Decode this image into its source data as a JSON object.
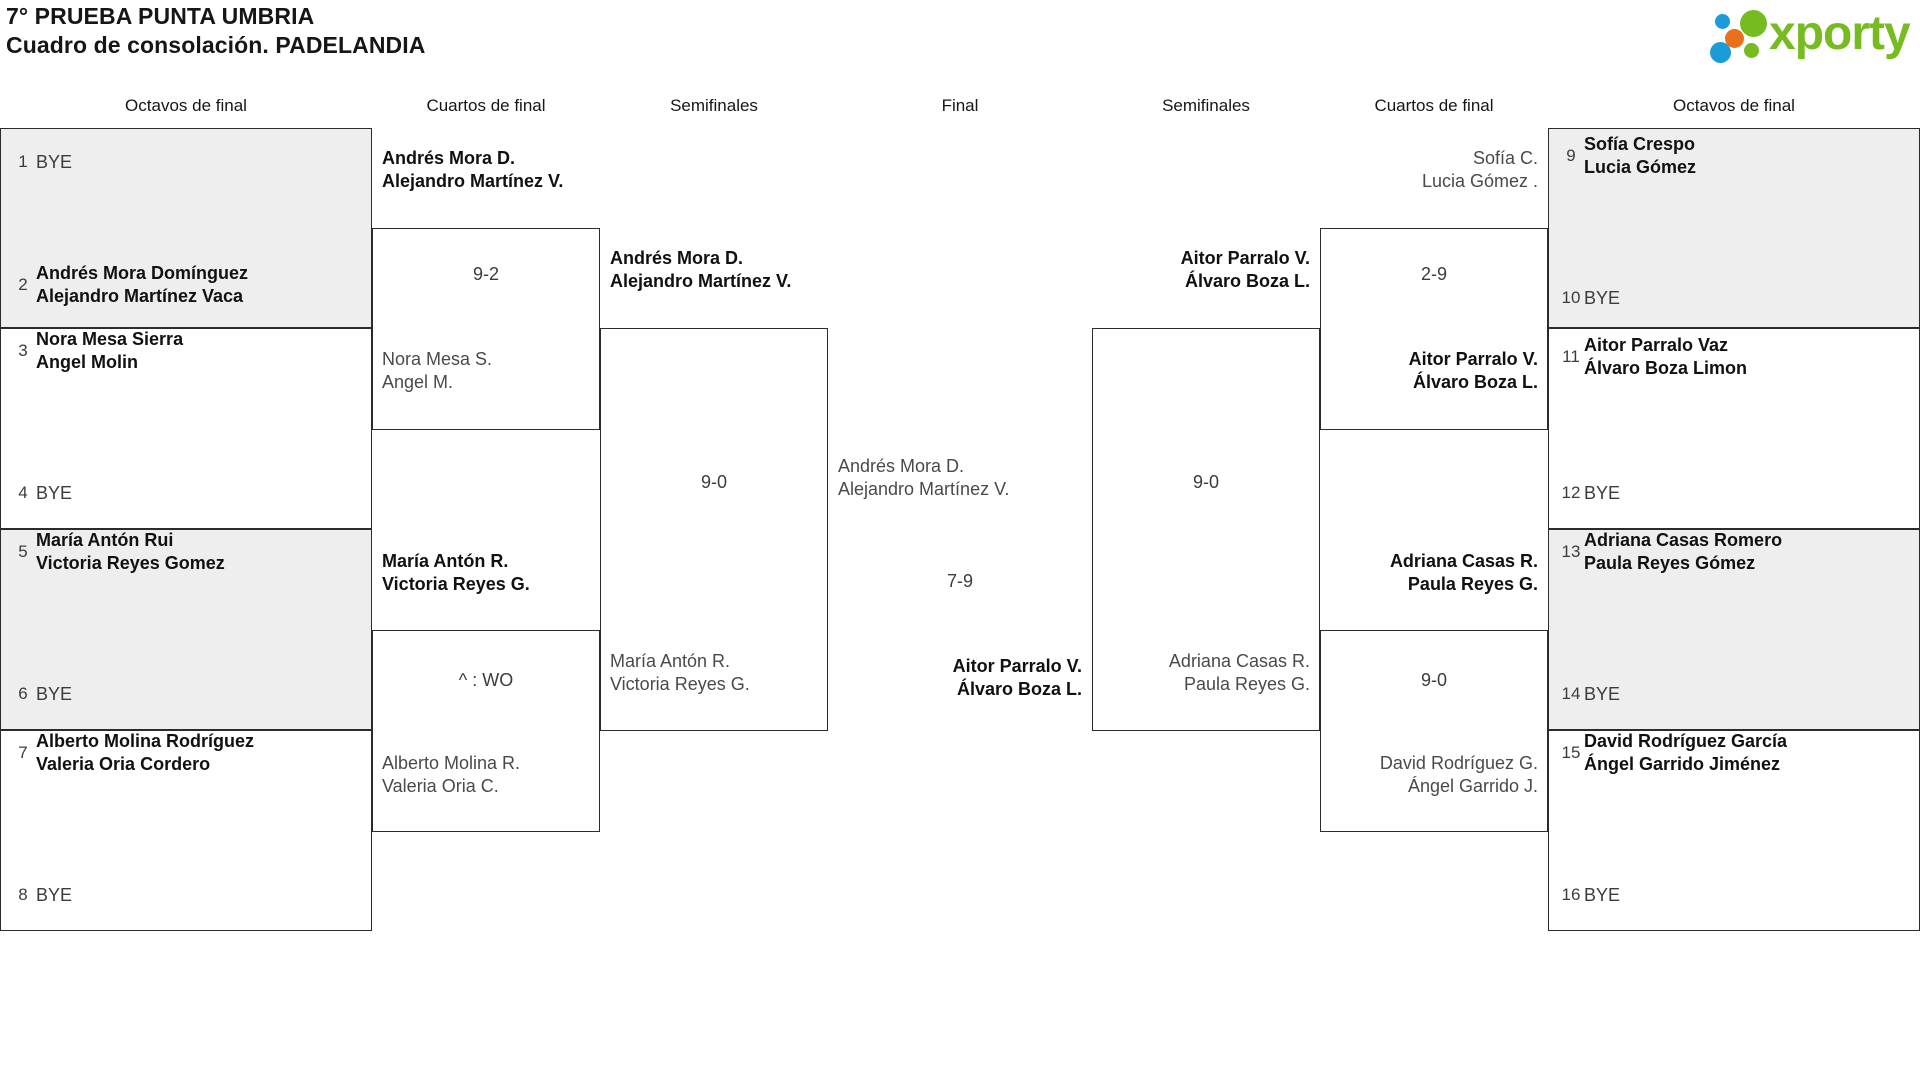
{
  "header": {
    "title_line1": "7° PRUEBA PUNTA UMBRIA",
    "title_line2": "Cuadro de consolación. PADELANDIA",
    "logo_text": "xporty",
    "logo_colors": {
      "green": "#76bc21",
      "blue": "#1b9cd9",
      "orange": "#e8711a"
    }
  },
  "round_headers": {
    "left_r16": "Octavos de final",
    "left_qf": "Cuartos de final",
    "left_sf": "Semifinales",
    "final": "Final",
    "right_sf": "Semifinales",
    "right_qf": "Cuartos de final",
    "right_r16": "Octavos de final"
  },
  "chart_data": {
    "type": "bracket",
    "title": "7° PRUEBA PUNTA UMBRIA — Cuadro de consolación. PADELANDIA",
    "rounds": [
      "Octavos de final",
      "Cuartos de final",
      "Semifinales",
      "Final"
    ],
    "champion": "Aitor Parralo V. / Álvaro Boza L.",
    "final_score": "7-9"
  },
  "left": {
    "r16": [
      {
        "seed": "1",
        "line1": "BYE",
        "line2": "",
        "status": "bye"
      },
      {
        "seed": "2",
        "line1": "Andrés Mora Domínguez",
        "line2": "Alejandro Martínez Vaca",
        "status": "winner"
      },
      {
        "seed": "3",
        "line1": "Nora Mesa Sierra",
        "line2": "Angel Molin",
        "status": "winner"
      },
      {
        "seed": "4",
        "line1": "BYE",
        "line2": "",
        "status": "bye"
      },
      {
        "seed": "5",
        "line1": "María Antón Rui",
        "line2": "Victoria Reyes Gomez",
        "status": "winner"
      },
      {
        "seed": "6",
        "line1": "BYE",
        "line2": "",
        "status": "bye"
      },
      {
        "seed": "7",
        "line1": "Alberto Molina Rodríguez",
        "line2": "Valeria Oria Cordero",
        "status": "winner"
      },
      {
        "seed": "8",
        "line1": "BYE",
        "line2": "",
        "status": "bye"
      }
    ],
    "qf": [
      {
        "line1": "Andrés Mora D.",
        "line2": "Alejandro Martínez V.",
        "status": "winner"
      },
      {
        "line1": "Nora Mesa S.",
        "line2": "Angel M.",
        "status": "loser"
      },
      {
        "line1": "María Antón R.",
        "line2": "Victoria Reyes G.",
        "status": "winner"
      },
      {
        "line1": "Alberto Molina R.",
        "line2": "Valeria Oria C.",
        "status": "loser"
      }
    ],
    "qf_scores": [
      "9-2",
      "^ : WO"
    ],
    "sf": [
      {
        "line1": "Andrés Mora D.",
        "line2": "Alejandro Martínez V.",
        "status": "winner"
      },
      {
        "line1": "María Antón R.",
        "line2": "Victoria Reyes G.",
        "status": "loser"
      }
    ],
    "sf_scores": [
      "9-0"
    ]
  },
  "final": {
    "entries": [
      {
        "line1": "Andrés Mora D.",
        "line2": "Alejandro Martínez V.",
        "status": "loser"
      },
      {
        "line1": "Aitor Parralo V.",
        "line2": "Álvaro Boza L.",
        "status": "winner"
      }
    ],
    "score": "7-9"
  },
  "right": {
    "r16": [
      {
        "seed": "9",
        "line1": "Sofía Crespo",
        "line2": "Lucia Gómez",
        "status": "winner"
      },
      {
        "seed": "10",
        "line1": "BYE",
        "line2": "",
        "status": "bye"
      },
      {
        "seed": "11",
        "line1": "Aitor Parralo Vaz",
        "line2": "Álvaro Boza Limon",
        "status": "winner"
      },
      {
        "seed": "12",
        "line1": "BYE",
        "line2": "",
        "status": "bye"
      },
      {
        "seed": "13",
        "line1": "Adriana Casas Romero",
        "line2": "Paula Reyes Gómez",
        "status": "winner"
      },
      {
        "seed": "14",
        "line1": "BYE",
        "line2": "",
        "status": "bye"
      },
      {
        "seed": "15",
        "line1": "David Rodríguez García",
        "line2": "Ángel Garrido Jiménez",
        "status": "winner"
      },
      {
        "seed": "16",
        "line1": "BYE",
        "line2": "",
        "status": "bye"
      }
    ],
    "qf": [
      {
        "line1": "Sofía C.",
        "line2": "Lucia Gómez .",
        "status": "loser"
      },
      {
        "line1": "Aitor Parralo V.",
        "line2": "Álvaro Boza L.",
        "status": "winner"
      },
      {
        "line1": "Adriana Casas R.",
        "line2": "Paula Reyes G.",
        "status": "winner"
      },
      {
        "line1": "David Rodríguez G.",
        "line2": "Ángel Garrido J.",
        "status": "loser"
      }
    ],
    "qf_scores": [
      "2-9",
      "9-0"
    ],
    "sf": [
      {
        "line1": "Aitor Parralo V.",
        "line2": "Álvaro Boza L.",
        "status": "winner"
      },
      {
        "line1": "Adriana Casas R.",
        "line2": "Paula Reyes G.",
        "status": "loser"
      }
    ],
    "sf_scores": [
      "9-0"
    ]
  }
}
